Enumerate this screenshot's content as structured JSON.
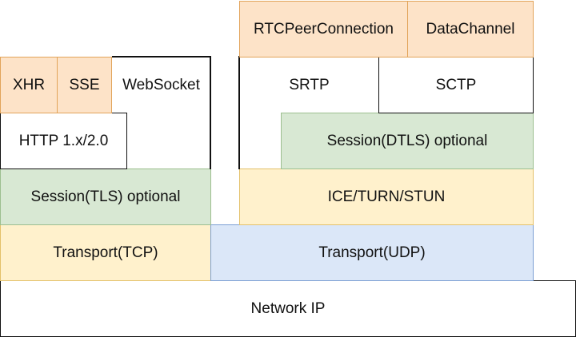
{
  "layers": {
    "xhr": "XHR",
    "sse": "SSE",
    "websocket": "WebSocket",
    "http": "HTTP 1.x/2.0",
    "tls": "Session(TLS) optional",
    "tcp": "Transport(TCP)",
    "rtc_peer_connection": "RTCPeerConnection",
    "data_channel": "DataChannel",
    "srtp": "SRTP",
    "sctp": "SCTP",
    "dtls": "Session(DTLS) optional",
    "ice": "ICE/TURN/STUN",
    "udp": "Transport(UDP)",
    "network_ip": "Network IP"
  },
  "colors": {
    "application": "#fde3c8",
    "session": "#d8e8d3",
    "negotiation": "#fff1cc",
    "udp_transport": "#dbe7f8",
    "base": "#ffffff"
  }
}
